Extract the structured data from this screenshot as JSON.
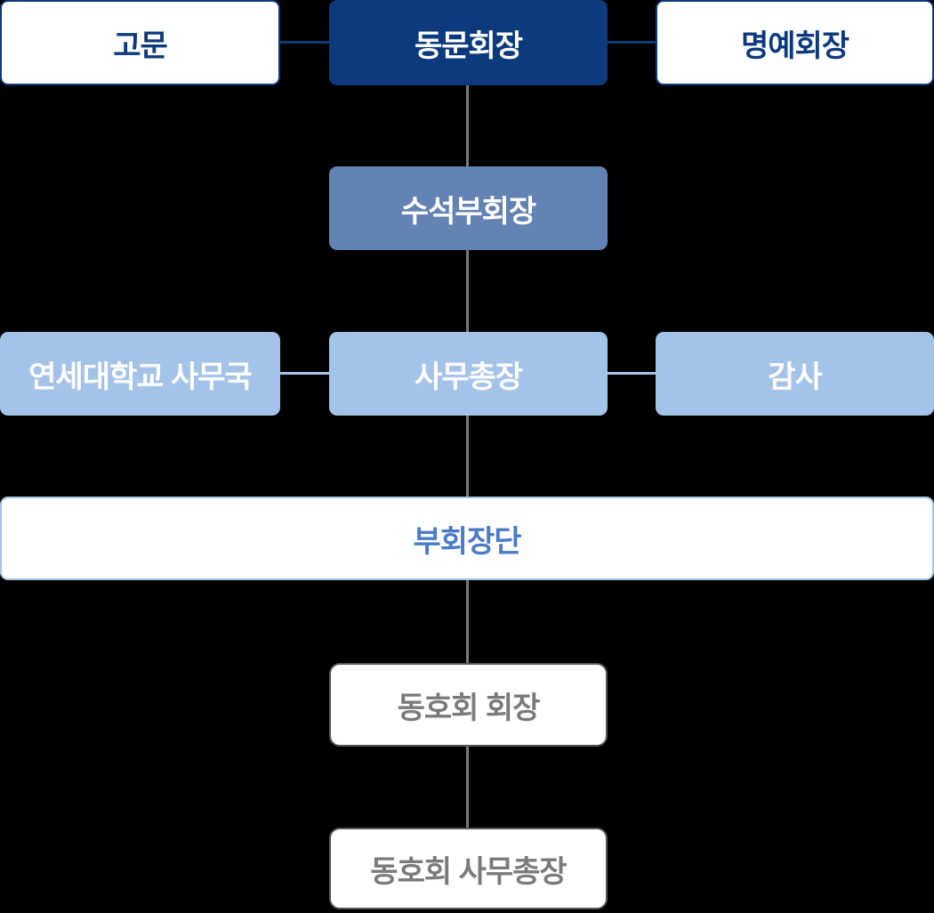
{
  "diagram": {
    "title": "alumni-association-organization-chart",
    "background": "#000000",
    "colors": {
      "navy": "#0D3A7D",
      "slate_blue": "#6283B4",
      "light_blue": "#A4C3E9",
      "white": "#FFFFFF",
      "blue_text": "#4A7CC7",
      "gray_text": "#7A7A7A",
      "gray_line": "#7A7A7A",
      "gray_border": "#555555"
    },
    "nodes": [
      {
        "id": "advisor",
        "label": "고문",
        "style": "white-navy-outline"
      },
      {
        "id": "alumni-president",
        "label": "동문회장",
        "style": "navy-filled"
      },
      {
        "id": "honorary-president",
        "label": "명예회장",
        "style": "white-navy-outline"
      },
      {
        "id": "senior-vice-president",
        "label": "수석부회장",
        "style": "slate-filled"
      },
      {
        "id": "yonsei-office",
        "label": "연세대학교 사무국",
        "style": "lightblue-filled"
      },
      {
        "id": "secretary-general",
        "label": "사무총장",
        "style": "lightblue-filled"
      },
      {
        "id": "auditor",
        "label": "감사",
        "style": "lightblue-filled"
      },
      {
        "id": "vice-president-group",
        "label": "부회장단",
        "style": "white-lightblue-outline"
      },
      {
        "id": "club-president",
        "label": "동호회 회장",
        "style": "white-gray-outline"
      },
      {
        "id": "club-secretary-general",
        "label": "동호회 사무총장",
        "style": "white-gray-outline"
      }
    ]
  }
}
